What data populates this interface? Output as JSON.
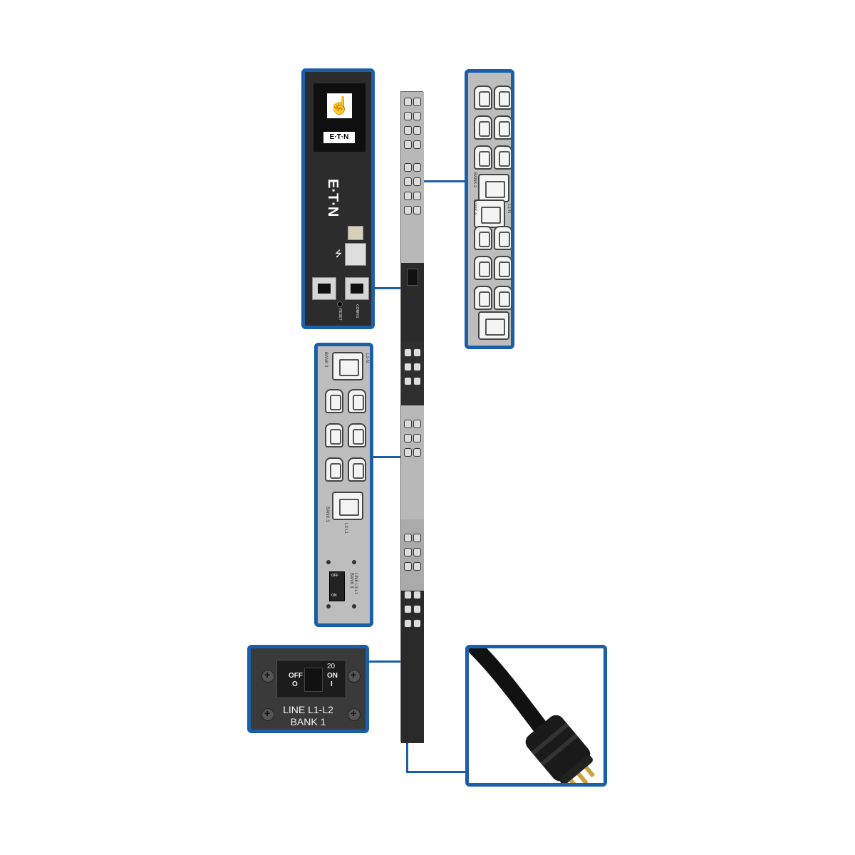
{
  "brand": {
    "logo_text": "E·T·N"
  },
  "controller": {
    "reset_label": "RESET",
    "config_label": "CONFIG",
    "network_icon": "network-icon",
    "usb_icon": "usb-icon",
    "touch_icon": "touch-hand-icon"
  },
  "right_outlets": {
    "bank_top": "BANK 2",
    "bank_mid": "BANK 4",
    "line": "L1-N"
  },
  "left_outlets": {
    "bank_top": "BANK 3",
    "line_top": "L1-N",
    "bank_mid": "BANK 3",
    "line_mid": "L3 L1",
    "breaker_label": "LINE L3-L1 BANK 3",
    "breaker_off": "OFF",
    "breaker_on": "ON"
  },
  "breaker": {
    "rating": "20",
    "off_label": "OFF",
    "off_symbol": "O",
    "on_label": "ON",
    "on_symbol": "I",
    "line_label": "LINE L1-L2",
    "bank_label": "BANK 1"
  },
  "colors": {
    "accent": "#1b5ea9",
    "panel_dark": "#2a2a2a",
    "panel_gray": "#b9b9b9"
  }
}
